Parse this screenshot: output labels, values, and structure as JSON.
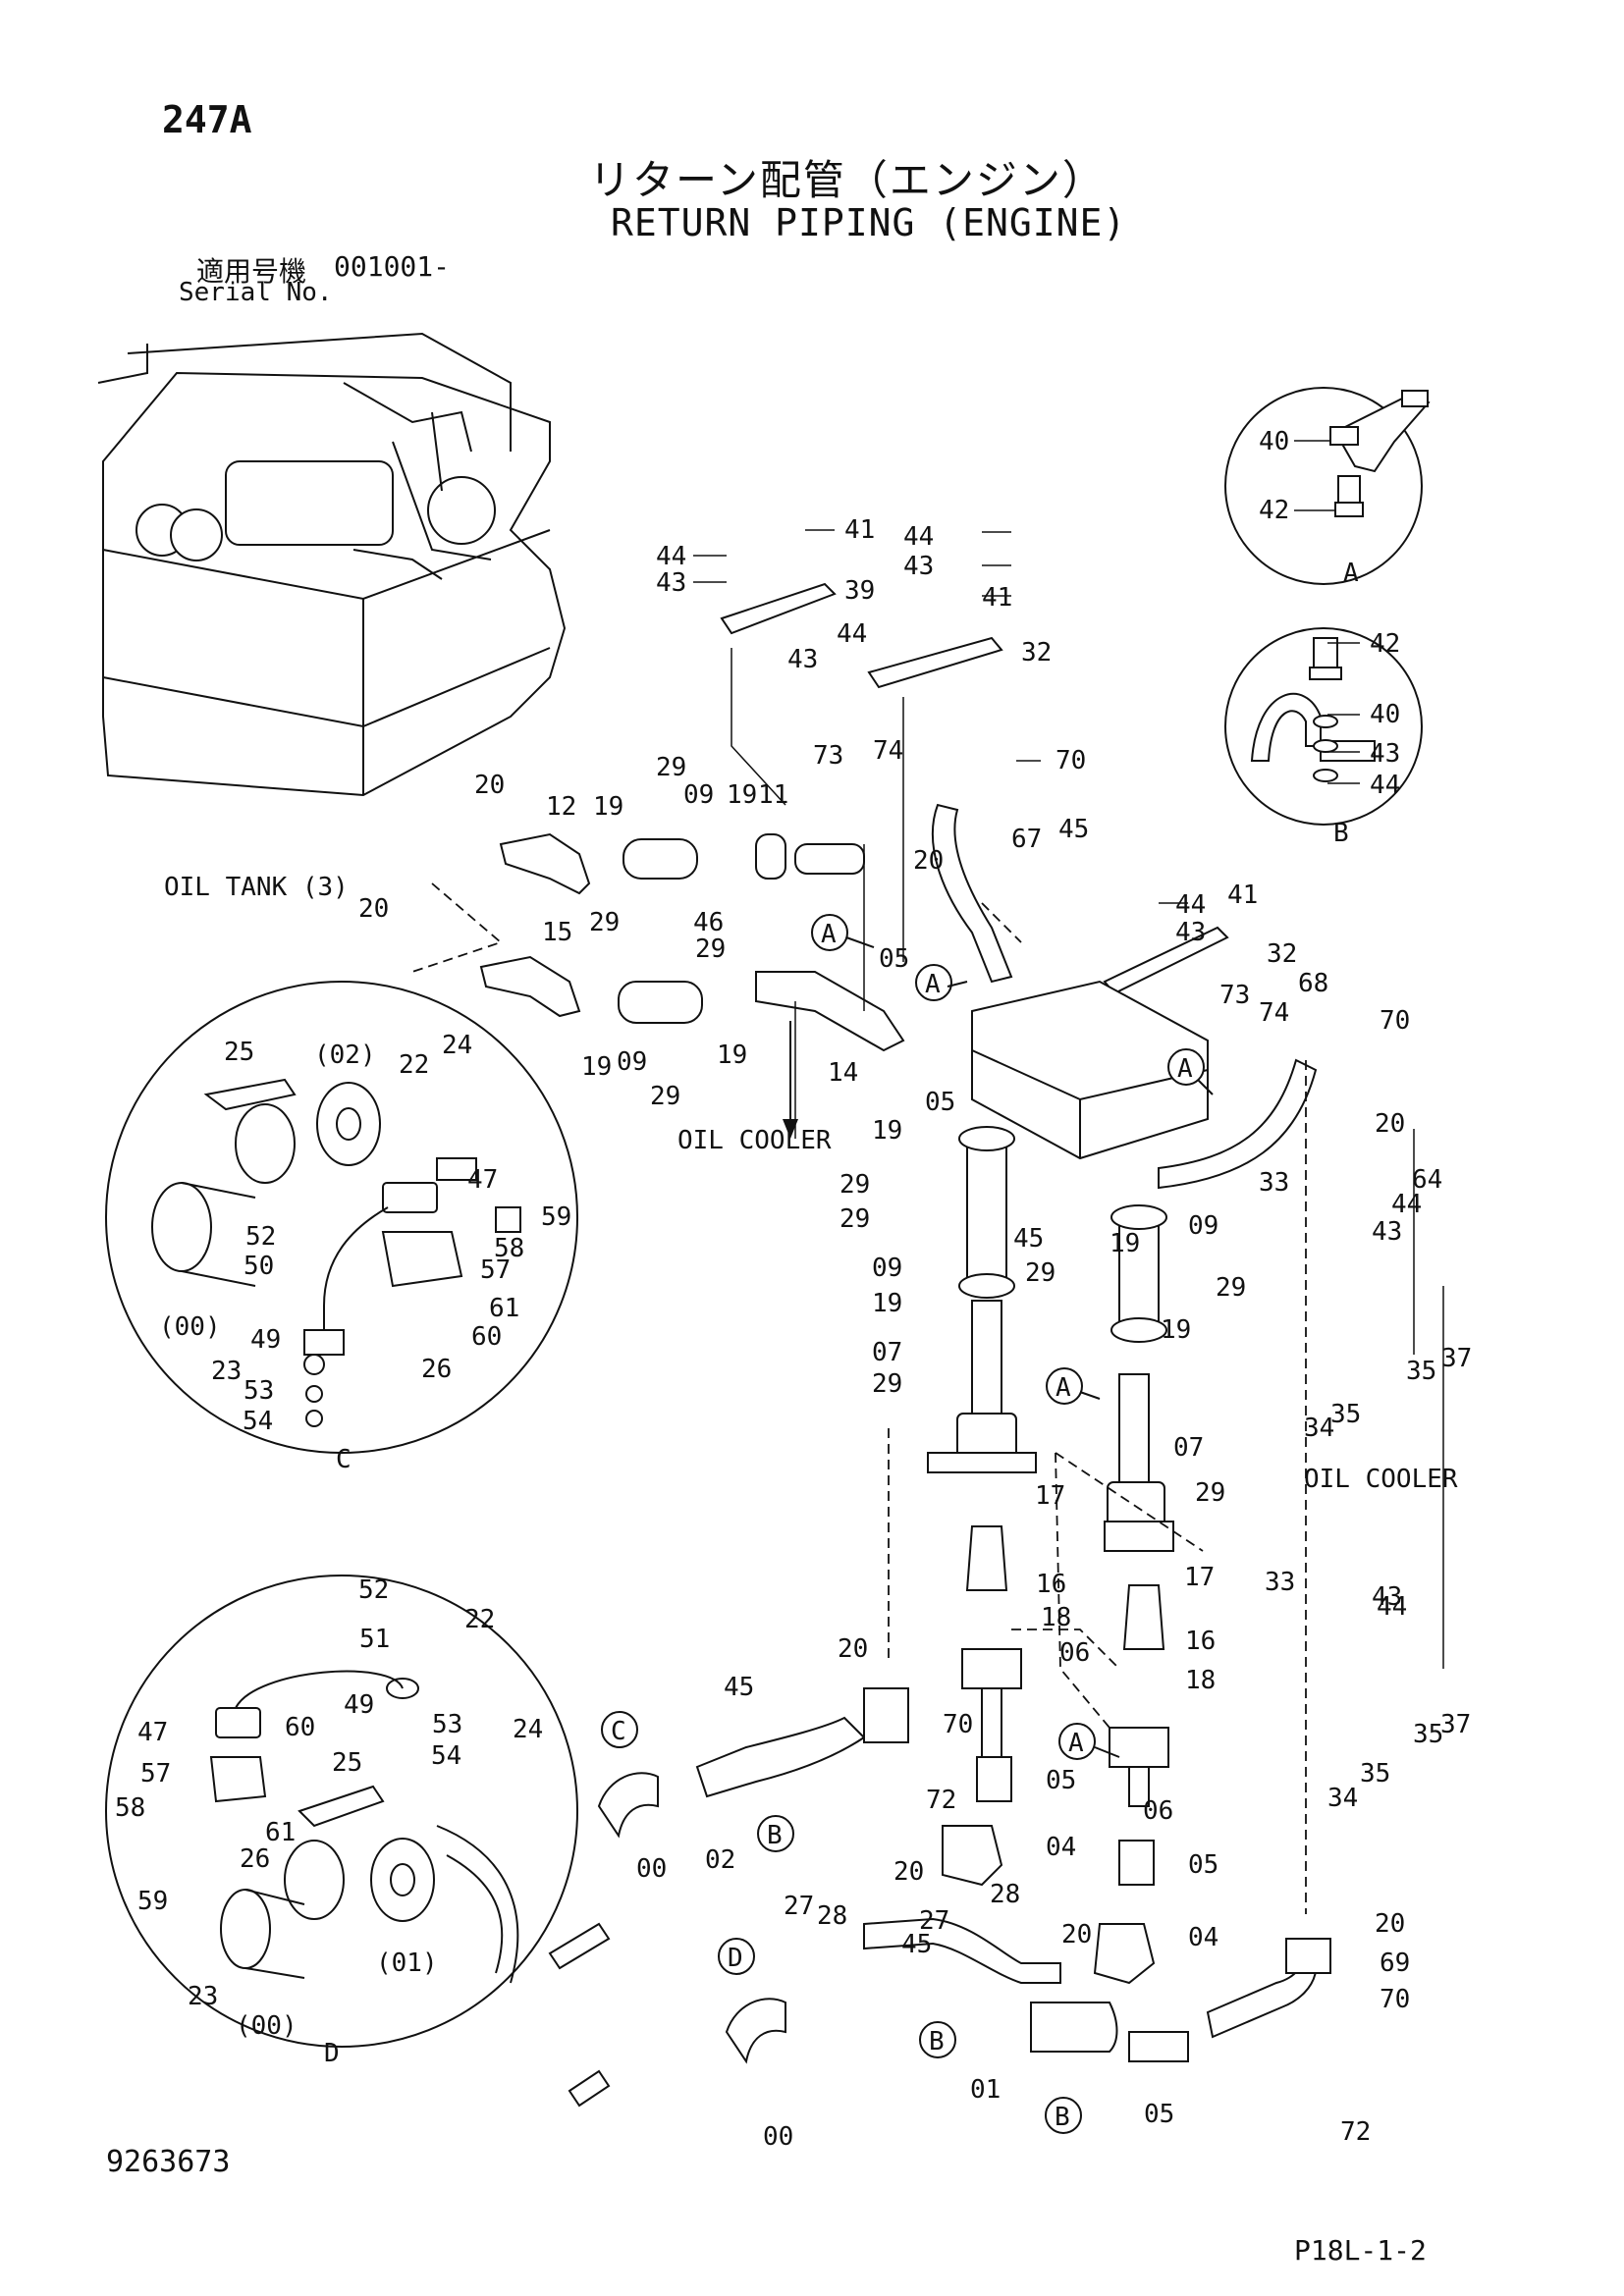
{
  "header": {
    "page_number": "247A",
    "title_japanese": "リターン配管（エンジン）",
    "title_english": "RETURN PIPING (ENGINE)",
    "serial_label_japanese": "適用号機",
    "serial_value": "001001-",
    "serial_label_english": "Serial No."
  },
  "footer": {
    "document_number": "9263673",
    "sheet_reference": "P18L-1-2"
  },
  "notes": {
    "oil_tank": "OIL TANK (3)",
    "oil_cooler_main": "OIL COOLER",
    "oil_cooler_right": "OIL COOLER"
  },
  "detail_views": {
    "A": "A",
    "B": "B",
    "C": "C",
    "D": "D"
  },
  "callouts": {
    "a1": "A",
    "a2": "A",
    "a3": "A",
    "a4": "A",
    "a5": "A",
    "a6": "A",
    "b1": "B",
    "b2": "B",
    "b3": "B",
    "c1": "C",
    "d1": "D"
  },
  "part_labels": [
    "40",
    "42",
    "42",
    "40",
    "43",
    "44",
    "41",
    "44",
    "43",
    "39",
    "44",
    "43",
    "41",
    "44",
    "43",
    "32",
    "20",
    "12",
    "19",
    "29",
    "09",
    "19",
    "11",
    "73",
    "74",
    "70",
    "67",
    "45",
    "20",
    "20",
    "29",
    "46",
    "05",
    "44",
    "43",
    "41",
    "32",
    "15",
    "29",
    "19",
    "09",
    "29",
    "19",
    "14",
    "05",
    "73",
    "74",
    "68",
    "70",
    "19",
    "20",
    "64",
    "29",
    "29",
    "45",
    "19",
    "09",
    "44",
    "43",
    "09",
    "19",
    "29",
    "29",
    "19",
    "07",
    "29",
    "07",
    "34",
    "35",
    "35",
    "37",
    "29",
    "17",
    "16",
    "18",
    "17",
    "16",
    "18",
    "20",
    "06",
    "06",
    "45",
    "70",
    "72",
    "05",
    "04",
    "05",
    "04",
    "02",
    "00",
    "27",
    "28",
    "20",
    "28",
    "27",
    "45",
    "20",
    "20",
    "69",
    "70",
    "01",
    "05",
    "72",
    "00",
    "44",
    "43",
    "35",
    "35",
    "37",
    "34",
    "33",
    "33",
    "25",
    "(02)",
    "22",
    "24",
    "47",
    "59",
    "58",
    "57",
    "61",
    "60",
    "52",
    "50",
    "(00)",
    "49",
    "23",
    "53",
    "54",
    "26",
    "52",
    "51",
    "22",
    "24",
    "49",
    "53",
    "54",
    "47",
    "60",
    "57",
    "25",
    "58",
    "61",
    "26",
    "59",
    "23",
    "(00)",
    "(01)"
  ]
}
